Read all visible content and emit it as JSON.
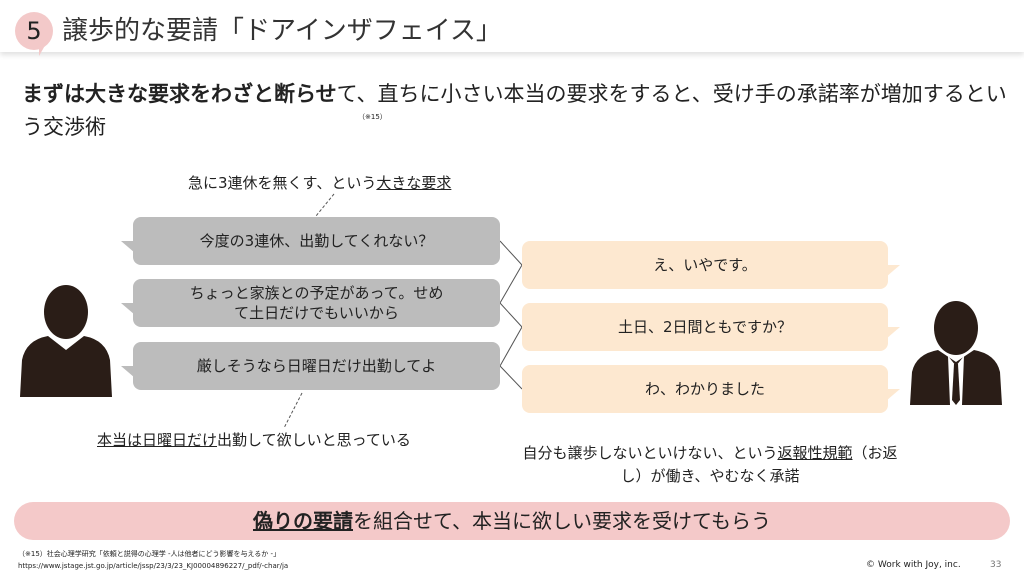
{
  "header": {
    "number": "5",
    "title": "譲歩的な要請「ドアインザフェイス」"
  },
  "lead": {
    "bold": "まずは大きな要求をわざと断らせ",
    "rest": "て、直ちに小さい本当の要求をすると、受け手の承諾率が増加するという交渉術",
    "note": "（※15）"
  },
  "annotation_top": {
    "prefix": "急に3連休を無くす、という",
    "underlined": "大きな要求"
  },
  "left_bubbles": [
    "今度の3連休、出勤してくれない？",
    "ちょっと家族との予定があって。せめて土日だけでもいいから",
    "厳しそうなら日曜日だけ出勤してよ"
  ],
  "right_bubbles": [
    "え、いやです。",
    "土日、2日間ともですか？",
    "わ、わかりました"
  ],
  "annotation_bottom_left": {
    "underlined": "本当は日曜日だけ",
    "suffix": "出勤して欲しいと思っている"
  },
  "annotation_bottom_right": {
    "prefix": "自分も譲歩しないといけない、という",
    "underlined": "返報性規範",
    "suffix": "（お返し）が働き、やむなく承諾"
  },
  "summary": {
    "underlined": "偽りの要請",
    "rest": "を組合せて、本当に欲しい要求を受けてもらう"
  },
  "reference": {
    "line1": "（※15）社会心理学研究「依頼と説得の心理学 -人は他者にどう影響を与えるか -」",
    "line2": "https://www.jstage.jst.go.jp/article/jssp/23/3/23_KJ00004896227/_pdf/-char/ja"
  },
  "footer": {
    "copyright": "© Work with Joy, inc.",
    "page": "33"
  }
}
